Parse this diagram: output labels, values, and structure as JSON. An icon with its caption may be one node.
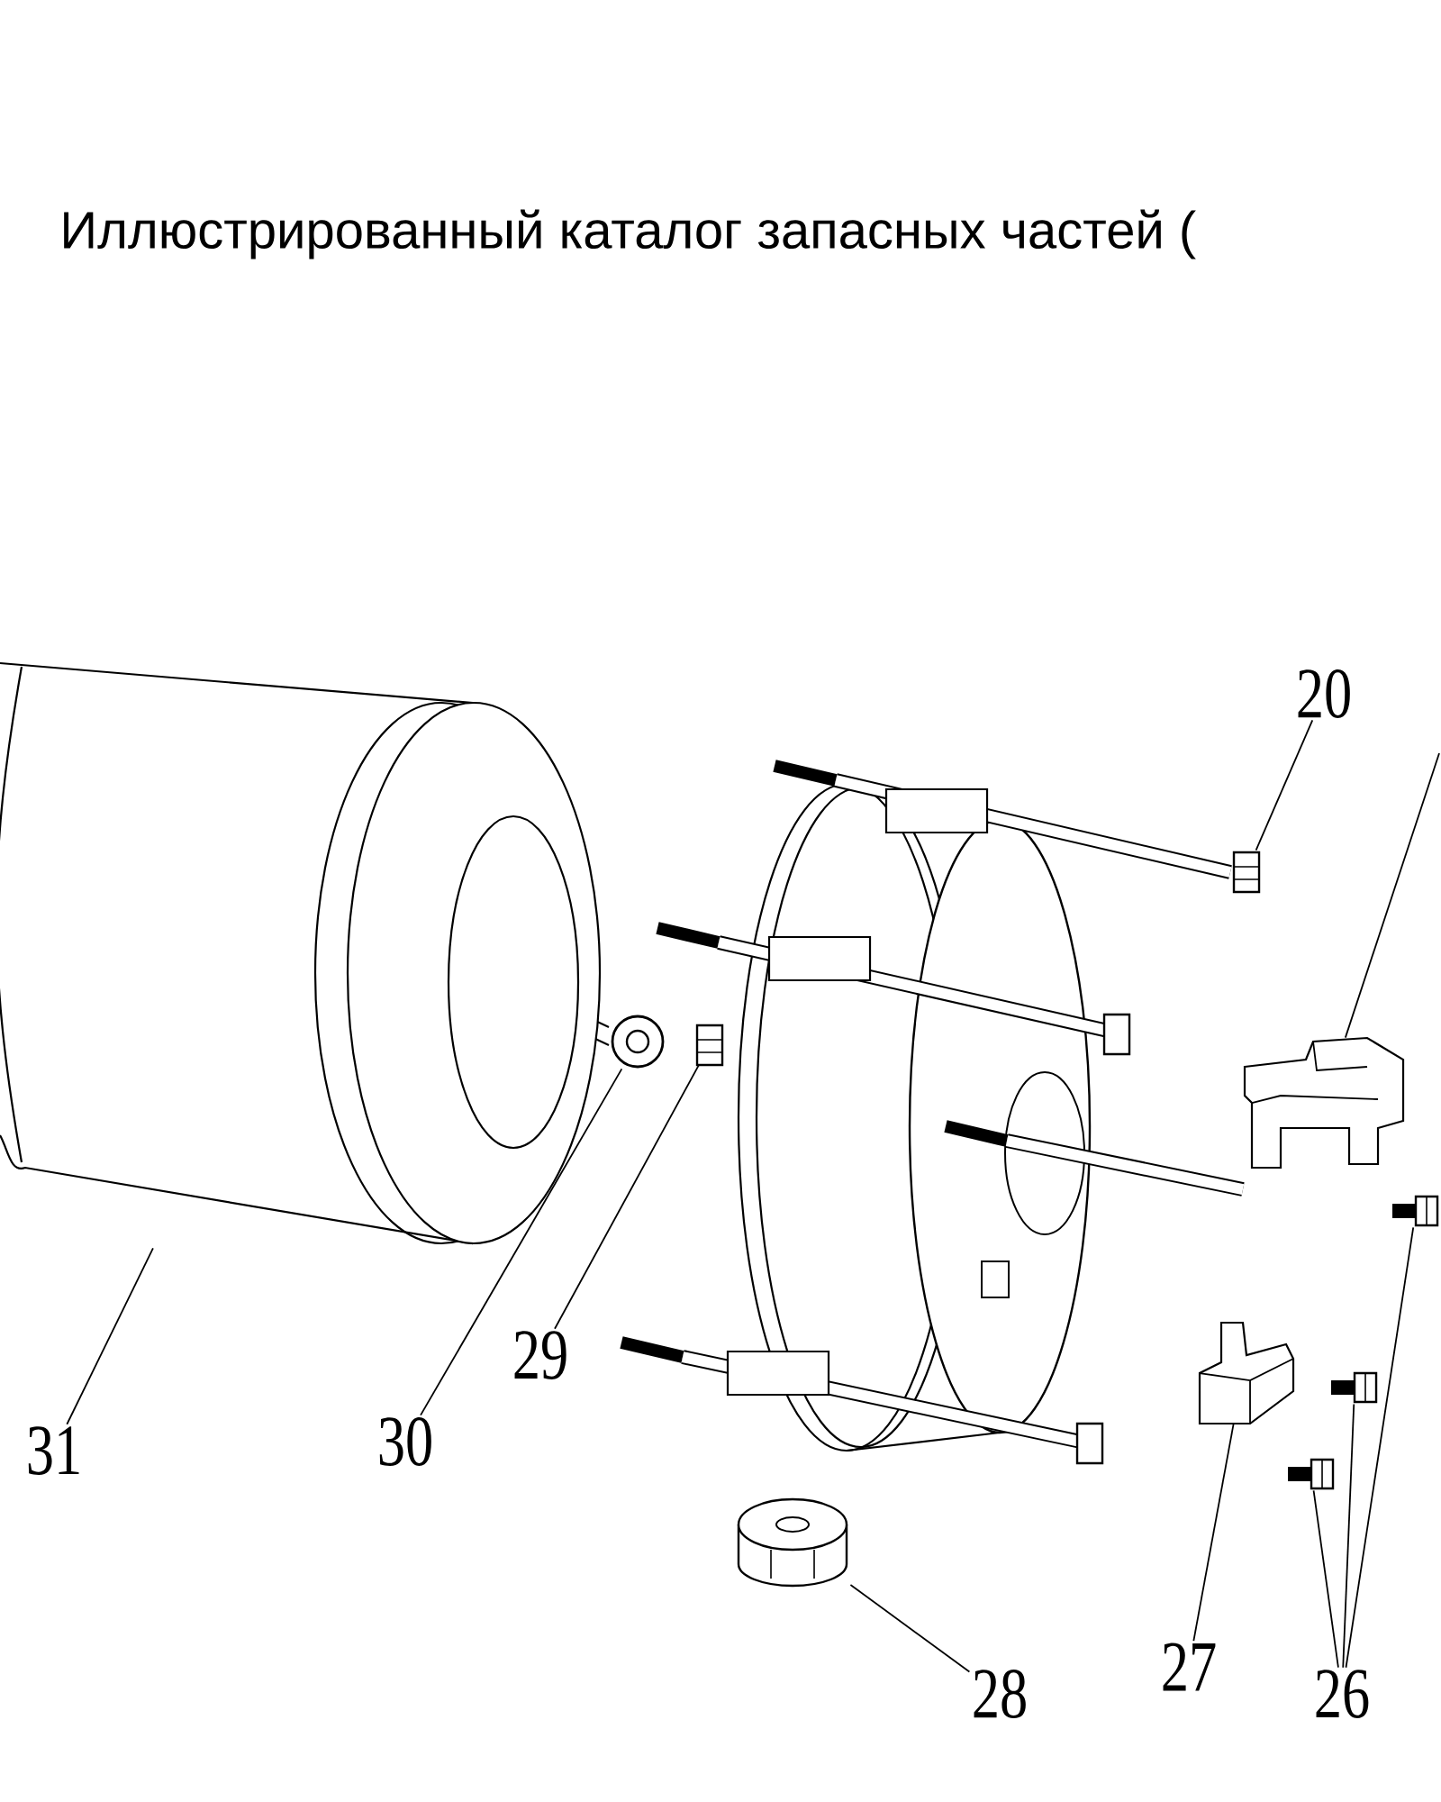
{
  "diagram": {
    "title": "Иллюстрированный каталог запасных частей (",
    "nodes": [
      {
        "text": [
          "20"
        ]
      },
      {
        "text": [],
        "shape": "picture"
      },
      {
        "text": [],
        "shape": "picture"
      },
      {
        "text": [
          "26"
        ]
      },
      {
        "text": [],
        "shape": "picture"
      },
      {
        "text": [],
        "shape": "picture"
      },
      {
        "text": [],
        "shape": "picture"
      },
      {
        "text": [
          "27"
        ]
      },
      {
        "text": [],
        "shape": "picture"
      },
      {
        "text": [
          "28"
        ]
      },
      {
        "text": [],
        "shape": "picture"
      },
      {
        "text": [
          "29"
        ]
      },
      {
        "text": [],
        "shape": "picture"
      },
      {
        "text": [
          "30"
        ]
      },
      {
        "text": [],
        "shape": "picture"
      },
      {
        "text": [
          "31"
        ]
      },
      {
        "text": [],
        "shape": "picture"
      }
    ],
    "edges": [
      {
        "from": 0,
        "to": 1,
        "arrow": "none"
      },
      {
        "from": null,
        "to": 2,
        "arrow": "none"
      },
      {
        "from": 3,
        "to": 4,
        "arrow": "none"
      },
      {
        "from": 3,
        "to": 5,
        "arrow": "none"
      },
      {
        "from": 3,
        "to": 6,
        "arrow": "none"
      },
      {
        "from": 7,
        "to": 8,
        "arrow": "none"
      },
      {
        "from": 9,
        "to": 10,
        "arrow": "none"
      },
      {
        "from": 11,
        "to": 12,
        "arrow": "none"
      },
      {
        "from": 13,
        "to": 14,
        "arrow": "none"
      },
      {
        "from": 15,
        "to": 16,
        "arrow": "none"
      }
    ]
  }
}
